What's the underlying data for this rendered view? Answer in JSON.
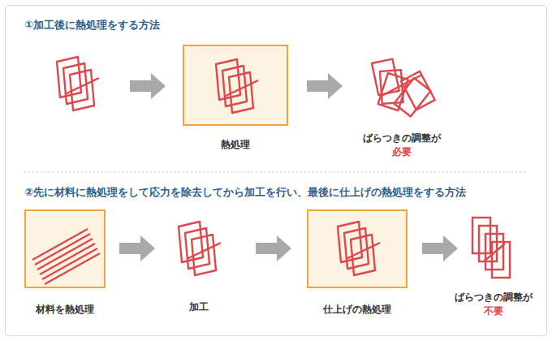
{
  "diagram": {
    "nodes": [
      {
        "text": [
          "熱処理"
        ]
      },
      {
        "text": [
          "材料を熱処理"
        ]
      },
      {
        "text": [
          "仕上げの熱処理"
        ]
      }
    ],
    "labels": [
      "①加工後に熱処理をする方法",
      "ばらつきの調整が",
      "必要",
      "②先に材料に熱処理をして応力を除去してから加工を行い、最後に仕上げの熱処理をする方法",
      "加工",
      "ばらつきの調整が",
      "不要"
    ]
  }
}
